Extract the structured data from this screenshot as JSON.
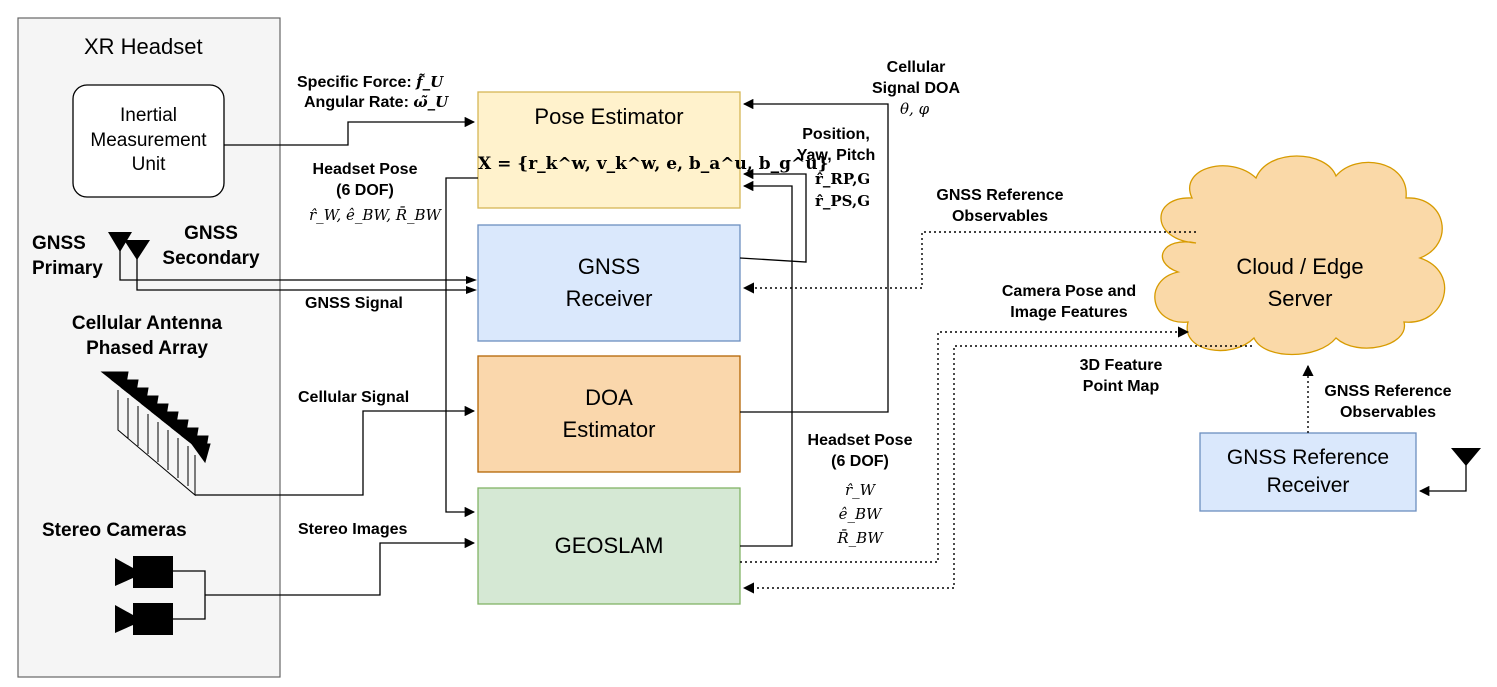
{
  "headset": {
    "title": "XR Headset",
    "imu_label": "Inertial\nMeasurement\nUnit",
    "gnss_primary": "GNSS\nPrimary",
    "gnss_secondary": "GNSS\nSecondary",
    "cellular_array": "Cellular Antenna\nPhased Array",
    "stereo_cameras": "Stereo Cameras"
  },
  "blocks": {
    "pose_estimator": "Pose Estimator",
    "pose_state": "X = {r_k^w, v_k^w, e, b_a^u, b_g^u}",
    "gnss_receiver": "GNSS\nReceiver",
    "doa_estimator": "DOA\nEstimator",
    "geoslam": "GEOSLAM",
    "cloud": "Cloud / Edge\nServer",
    "gnss_ref_receiver": "GNSS Reference\nReceiver"
  },
  "signals": {
    "specific_force": "Specific Force:",
    "specific_force_sym": "f̃_U",
    "angular_rate": "Angular Rate:",
    "angular_rate_sym": "ω̃_U",
    "headset_pose_left": "Headset Pose\n(6 DOF)",
    "headset_pose_left_sym": "r̂_W, ê_BW, R̄_BW",
    "gnss_signal": "GNSS Signal",
    "cellular_signal": "Cellular Signal",
    "stereo_images": "Stereo Images",
    "cellular_doa": "Cellular\nSignal DOA",
    "doa_sym": "θ, φ",
    "position_yaw_pitch": "Position,\nYaw, Pitch",
    "r_rp": "r̂_RP,G",
    "r_ps": "r̂_PS,G",
    "gnss_ref_obs_top": "GNSS Reference\nObservables",
    "camera_pose_features": "Camera Pose and\nImage Features",
    "feature_map": "3D Feature\nPoint Map",
    "gnss_ref_obs_right": "GNSS Reference\nObservables",
    "headset_pose_right": "Headset Pose\n(6 DOF)",
    "r_w": "r̂_W",
    "e_bw": "ê_BW",
    "R_bw": "R̄_BW"
  },
  "colors": {
    "pose_fill": "#FFF2CC",
    "pose_stroke": "#D6B656",
    "gnss_fill": "#DAE8FC",
    "gnss_stroke": "#6C8EBF",
    "doa_fill": "#FAD7AC",
    "doa_stroke": "#B46504",
    "slam_fill": "#D5E8D4",
    "slam_stroke": "#82B366",
    "cloud_fill": "#FAD9A8",
    "cloud_stroke": "#D79B00",
    "headset_fill": "#F5F5F5",
    "headset_stroke": "#666666"
  }
}
